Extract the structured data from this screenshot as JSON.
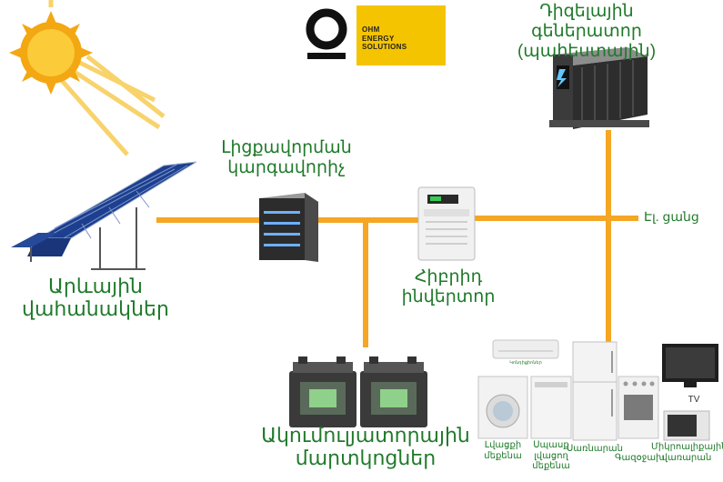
{
  "logo": {
    "lines": [
      "OHM",
      "ENERGY",
      "SOLUTIONS"
    ]
  },
  "labels": {
    "generator": "Դիզելային գեներատոր\n(պահեստային)",
    "controller": "Լիցքավորման\nկարգավորիչ",
    "inverter": "Հիբրիդ\nինվերտոր",
    "panels": "Արևային\nվահանակներ",
    "batteries": "Ակումուլյատորային\nմարտկոցներ",
    "grid": "Էլ. ցանց"
  },
  "appliances": {
    "ac": "Կոնդիցիոներ",
    "tv": "TV",
    "washer": "Լվացքի\nմեքենա",
    "dishwasher": "Սպասք\nլվացող\nմեքենա",
    "fridge": "Սառնարան",
    "stove": "Գազօջախ",
    "microwave": "Միկրոալիքային\nվառարան"
  },
  "colors": {
    "wire": "#f5a623",
    "label": "#1f7a2a",
    "logo_bg": "#f5c400"
  }
}
